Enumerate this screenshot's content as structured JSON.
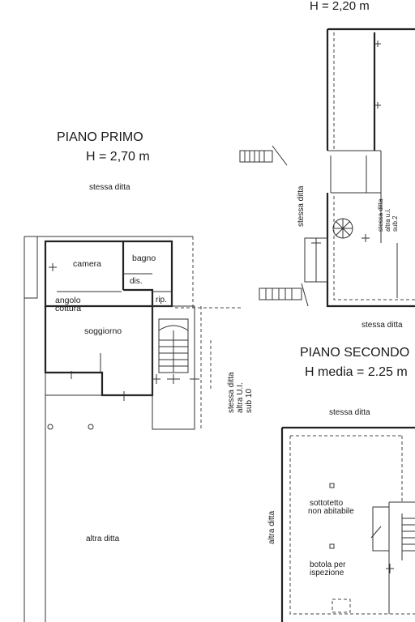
{
  "top_height_label": "H = 2,20 m",
  "first_floor": {
    "title": "PIANO PRIMO",
    "height": "H = 2,70 m",
    "top_label": "stessa ditta",
    "bottom_label": "altra ditta",
    "right_label_lines": [
      "stessa ditta",
      "altra U.I.",
      "sub 10"
    ],
    "rooms": {
      "camera": "camera",
      "bagno": "bagno",
      "dis": "dis.",
      "rip": "rip.",
      "angolo_line1": "angolo",
      "angolo_line2": "cottura",
      "soggiorno": "soggiorno"
    }
  },
  "upper_plan": {
    "left_label": "stessa ditta",
    "inner_label_lines": [
      "stessa ditta",
      "altra u.i.",
      "sub.2"
    ],
    "bottom_label": "stessa ditta"
  },
  "second_floor": {
    "title": "PIANO SECONDO",
    "height": "H media = 2.25 m",
    "top_label": "stessa ditta",
    "left_label": "altra ditta",
    "rooms": {
      "sottotetto_line1": "sottotetto",
      "sottotetto_line2": "non abitabile",
      "botola_line1": "botola per",
      "botola_line2": "ispezione"
    }
  }
}
